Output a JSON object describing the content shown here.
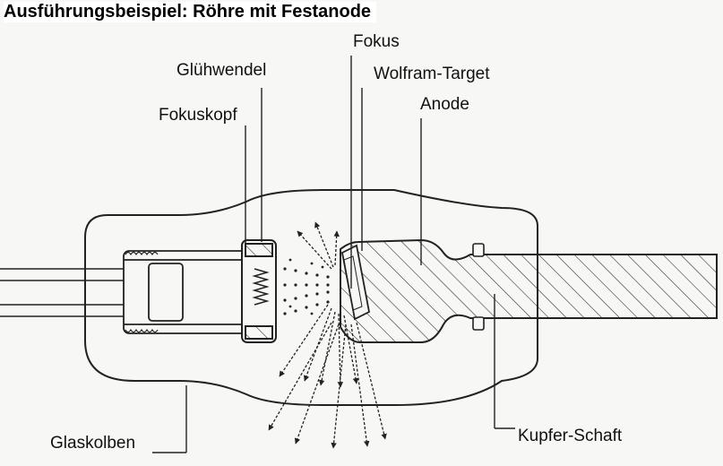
{
  "title": "Ausführungsbeispiel: Röhre mit Festanode",
  "labels": {
    "fokus": "Fokus",
    "gluehwendel": "Glühwendel",
    "wolfram_target": "Wolfram-Target",
    "anode": "Anode",
    "fokuskopf": "Fokuskopf",
    "glaskolben": "Glaskolben",
    "kupfer_schaft": "Kupfer-Schaft"
  }
}
